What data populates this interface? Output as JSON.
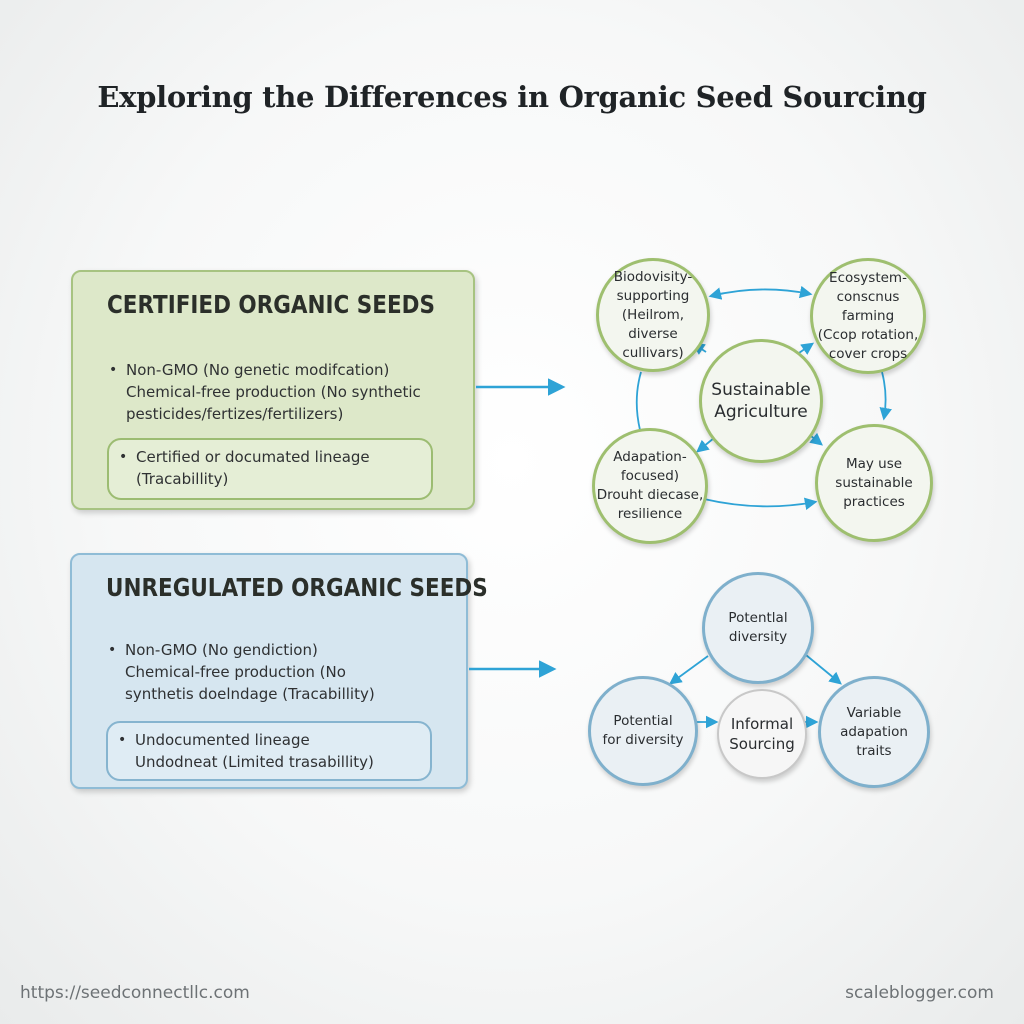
{
  "title": "Exploring the Differences in Organic Seed Sourcing",
  "colors": {
    "green_accent": "#9ebf6f",
    "green_panel": "#dde8c9",
    "blue_accent": "#7fb0cc",
    "blue_panel": "#d6e6f0",
    "arrow": "#2ea3d6"
  },
  "certified": {
    "heading": "CERTIFIED ORGANIC SEEDS",
    "bullet1": [
      "Non-GMO (No genetic modifcation)",
      "Chemical-free production (No synthetic",
      "pesticides/fertizes/fertilizers)"
    ],
    "pill": [
      "Certified or documated lineage",
      "(Tracabillity)"
    ]
  },
  "unregulated": {
    "heading": "UNREGULATED ORGANIC SEEDS",
    "bullet1": [
      "Non-GMO (No gendiction)",
      "Chemical-free production (No",
      "synthetis doelndage (Tracabillity)"
    ],
    "pill": [
      "Undocumented lineage",
      "Undodneat (Limited trasabillity)"
    ]
  },
  "top_cluster": {
    "center": [
      "Sustainable",
      "Agriculture"
    ],
    "top_left": [
      "Biodovisity-",
      "supporting",
      "(Heilrom, diverse",
      "cullivars)"
    ],
    "top_right": [
      "Ecosystem-",
      "conscnus farming",
      "(Ccop rotation,",
      "cover crops"
    ],
    "bottom_left": [
      "Adapation-",
      "focused)",
      "Drouht diecase,",
      "resilience"
    ],
    "bottom_right": [
      "May use",
      "sustainable",
      "practices"
    ]
  },
  "bottom_cluster": {
    "top": [
      "Potentlal",
      "diversity"
    ],
    "left": [
      "Potential",
      "for diversity"
    ],
    "middle": [
      "Informal",
      "Sourcing"
    ],
    "right": [
      "Variable",
      "adapation",
      "traits"
    ]
  },
  "footer": {
    "left": "https://seedconnectllc.com",
    "right": "scaleblogger.com"
  }
}
